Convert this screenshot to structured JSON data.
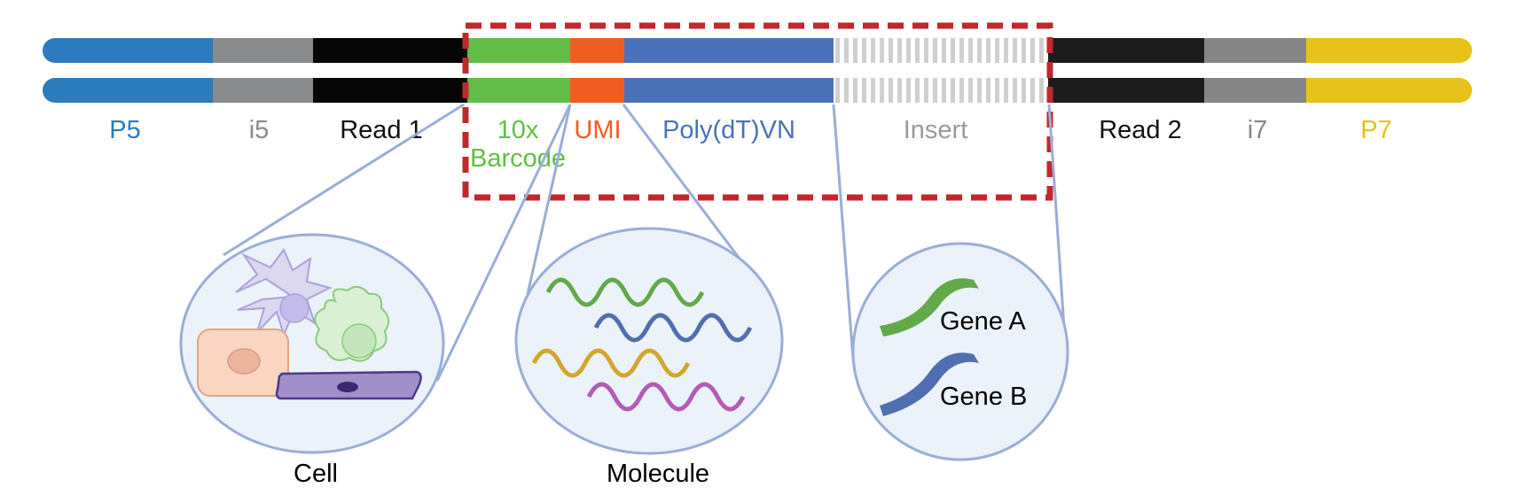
{
  "segments": [
    {
      "key": "p5",
      "label": "P5",
      "color": "#2b7bbd",
      "text_color": "#2b7bbd"
    },
    {
      "key": "i5",
      "label": "i5",
      "color": "#8a8b8c",
      "text_color": "#8a8b8c"
    },
    {
      "key": "read1",
      "label": "Read 1",
      "color": "#060606",
      "text_color": "#111111"
    },
    {
      "key": "barcode",
      "label": "10x",
      "label2": "Barcode",
      "color": "#62bd46",
      "text_color": "#62bd46"
    },
    {
      "key": "umi",
      "label": "UMI",
      "color": "#f05d22",
      "text_color": "#f05d22"
    },
    {
      "key": "polydt",
      "label": "Poly(dT)VN",
      "color": "#4a72b9",
      "text_color": "#4a72b9"
    },
    {
      "key": "insert",
      "label": "Insert",
      "color": "#c9c9c9",
      "text_color": "#9a9a9a"
    },
    {
      "key": "read2",
      "label": "Read 2",
      "color": "#1c1c1c",
      "text_color": "#111111"
    },
    {
      "key": "i7",
      "label": "i7",
      "color": "#868686",
      "text_color": "#868686"
    },
    {
      "key": "p7",
      "label": "P7",
      "color": "#e6c21a",
      "text_color": "#e6c21a"
    }
  ],
  "callouts": {
    "cell": {
      "label": "Cell"
    },
    "molecule": {
      "label": "Molecule"
    },
    "genes": {
      "gene_a": "Gene A",
      "gene_b": "Gene B"
    }
  },
  "colors": {
    "highlight_box": "#c0282d",
    "callout_line": "#9aaed6",
    "callout_fill": "#ecf2fa",
    "wave_green": "#62a94a",
    "wave_blue": "#4f6fb0",
    "wave_yellow": "#d3a630",
    "wave_magenta": "#b35bb5"
  }
}
